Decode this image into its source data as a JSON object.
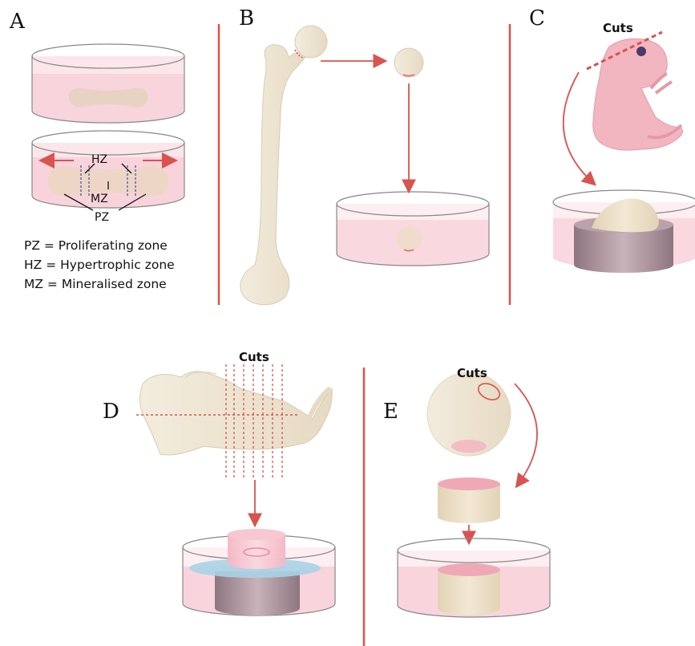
{
  "panels": {
    "a": {
      "letter": "A",
      "zone_hz": "HZ",
      "zone_mz": "MZ",
      "zone_pz": "PZ",
      "legend": [
        "PZ = Proliferating zone",
        "HZ = Hypertrophic zone",
        "MZ = Mineralised zone"
      ]
    },
    "b": {
      "letter": "B"
    },
    "c": {
      "letter": "C",
      "cuts_label": "Cuts"
    },
    "d": {
      "letter": "D",
      "cuts_label": "Cuts"
    },
    "e": {
      "letter": "E",
      "cuts_label": "Cuts"
    }
  },
  "colors": {
    "divider": "#d9534f",
    "arrow": "#d9534f",
    "medium": "#f6c9d2",
    "bone": "#ede3cf",
    "tissue_pink": "#f0b9c3",
    "insert_grey": "#b59aa3",
    "membrane_blue": "#a9d3e6"
  }
}
